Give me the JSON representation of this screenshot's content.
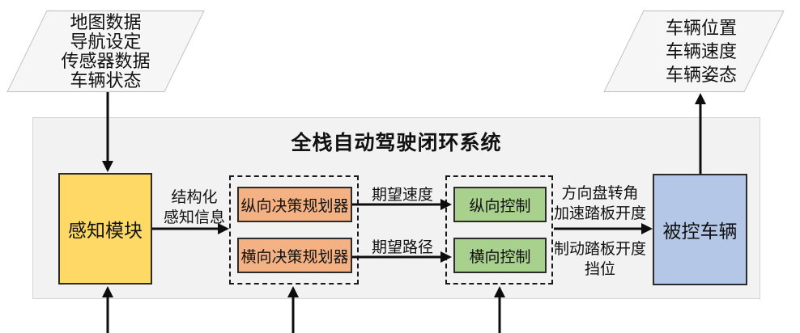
{
  "diagram": {
    "title": "全栈自动驾驶闭环系统",
    "input_node": {
      "lines": [
        "地图数据",
        "导航设定",
        "传感器数据",
        "车辆状态"
      ]
    },
    "output_node": {
      "lines": [
        "车辆位置",
        "车辆速度",
        "车辆姿态"
      ]
    },
    "perception": {
      "label": "感知模块"
    },
    "structured_info": {
      "line1": "结构化",
      "line2": "感知信息"
    },
    "planners": {
      "longitudinal": "纵向决策规划器",
      "lateral": "横向决策规划器"
    },
    "signals": {
      "desired_speed": "期望速度",
      "desired_path": "期望路径"
    },
    "controls": {
      "longitudinal": "纵向控制",
      "lateral": "横向控制"
    },
    "actuation": {
      "line1": "方向盘转角",
      "line2": "加速踏板开度",
      "line3": "制动踏板开度",
      "line4": "挡位"
    },
    "vehicle": {
      "label": "被控车辆"
    },
    "colors": {
      "perception_fill": "#FFD966",
      "planner_fill": "#F4B183",
      "control_fill": "#A9D18E",
      "vehicle_fill": "#B4C7E7",
      "container_fill": "#F2F2F2",
      "io_node_fill": "#F6F6F6",
      "arrow_color": "#0D0D0D"
    }
  }
}
